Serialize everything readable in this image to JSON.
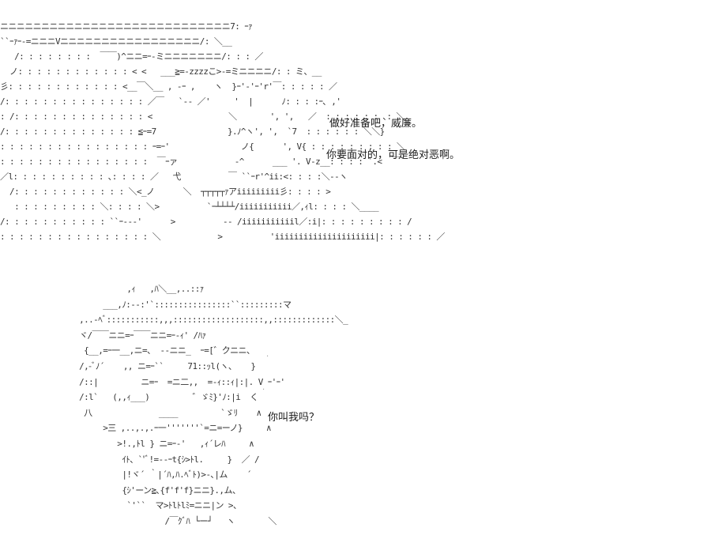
{
  "top_art": [
    "ニニニニニニニニニニニニニニニニニニニニニニニニニニニニ7: ｰｧ",
    "``ｰｧｰ-=ニニニVニニニニニニニニニニニニニニニニニ/: ＼__",
    "   /: : : : : : : :  ￣￣)^ニニ=ｰ‐ミニニニニニニニ/: : : ／",
    "  ノ: : : : : : : : : : : : < <   ___≧=-zzzzこ>-=ミニニニニ/: : ミ、__",
    "彡: : : : : : : : : : : : <__￣＼__ , -ｰ ,    ヽ  }ｰ'‐'ｰ'r'￣: : : : : ／",
    "/: : : : : : : : : : : : : : : ／￣   `-- ／'     '  |      ﾉ: : : :ｰ､ ,'",
    ": /: : : : : : : : : : : : : : <                ＼       ', ',   ／  : : : : : : ､: ＼",
    "/: : : : : : : : : : : : : : ≦ｰ=7               }.ﾉ^ヽ', ',  `7  : : : : : : ＼＼}",
    ": : : : : : : : : : : : : : : : ｰ=ｰ'               ノ{      ', V{ : : : : : : : : : ＼",
    ": : : : : : : : : : : : : : : :  ￣ｰァ            -^      ___ '. V-z__: : : : `.<  ￣",
    "／l: : : : : : : : : : ､: : : : ／   弋          ￣ ``ｰr'^ii:<: : : :＼--ヽ",
    "  /: : : : : : : : : : : : ＼<_ノ      ＼  ┬┬┬┬┬ｧアiiiiiiiii彡: : : : >",
    "   : : : : : : : : : ＼: : : : ＼>          `ｰ┴┴┴┴/iiiiiiiiiii／,ｨl: : : : ＼____",
    "/: : : : : : : : : : : ``ｰ‐‐‐'      >          ‐‐ /iiiiiiiiiiil／:i|: : : : : : : : : /",
    ": : : : : : : : : : : : : : : : ＼            >          'iiiiiiiiiiiiiiiiiiiii|: : : : : : ／"
  ],
  "bottom_art": [
    "               ,ｨ   ,ﾊ＼__,..::ｧ",
    "          ___,ﾉ:--:'`::::::::::::::::``:::::::::マ",
    "     ,..-ﾍﾞ:::::::::::,,,:::::::::::::::::::,,:::::::::::::＼_",
    "     ヾ/￣￣ニニ=ｰ￣￣ニニ=ｰ-ｨ' /ﾊｧ",
    "      {__,=ｰ一__,ニ=、 ‐‐ニニ_  ｰ=[゛クニニ、",
    "     /,-ﾞﾉ´    ,, ニ=ｰ``     71::ｯl(ヽ、   }",
    "     /::|         ニ=ｰ  =ニ二,,  =-ｨ::ｨ|:|. V ｰ'ｰ'",
    "     /:l`   (,,ｨ___)         ゛ゞﾐ}'ﾉ:|i  く",
    "      八              ____         `ゞﾘ    ∧",
    "          >三 ,..,.,.ｰ一'''''''`=ニ=ーノ}     ∧",
    "             >!.,ﾄl } ニ=ｰ-'   ,ｨ´レﾊ     ∧",
    "              ｲﾄ、`'ﾞ!=--ｰt{ｼ>ﾄl.     }  ／ /",
    "              |!ヾ´ ｀|´ﾊ,ﾊ.ﾍﾞﾄ)>-､|ム    ´",
    "              {ｼ'ーン≧､{f'f'f}ニニ}.,ム、",
    "               `'``  マ>ﾄlﾄlﾐ=ニニ|ン >、",
    "                       /￣ｸﾞﾊ └ー┘   ヽ       ＼"
  ],
  "dialogue": {
    "line1": "做好准备吧，威廉。",
    "line2": "你要面对的，可是绝对恶啊。",
    "line3": "你叫我吗？"
  },
  "marks": {
    "dot": "."
  }
}
